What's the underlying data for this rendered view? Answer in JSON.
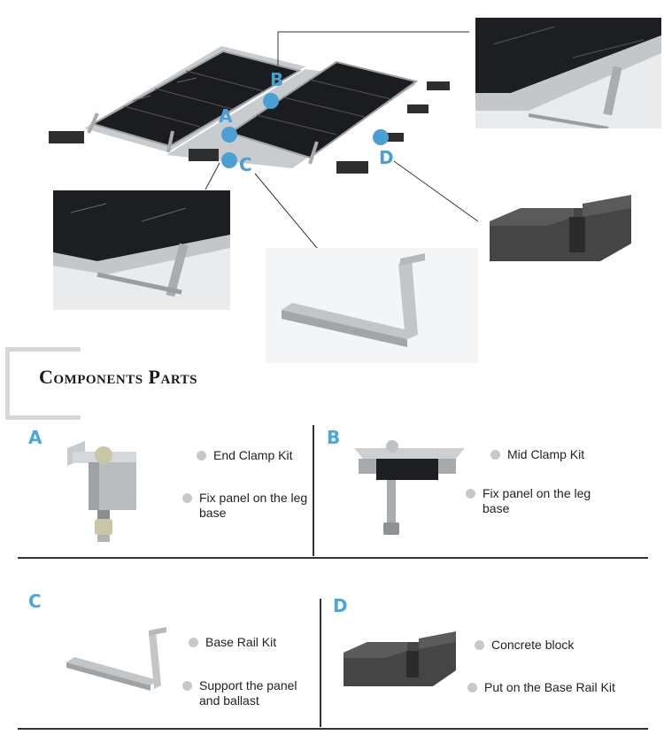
{
  "callouts": {
    "a": "A",
    "b": "B",
    "c": "C",
    "d": "D"
  },
  "title": "Components Parts",
  "sections": [
    {
      "letter": "A",
      "name": "End Clamp Kit",
      "desc": [
        "Fix panel on the leg",
        "base"
      ]
    },
    {
      "letter": "B",
      "name": "Mid Clamp Kit",
      "desc": [
        "Fix panel on the leg",
        "base"
      ]
    },
    {
      "letter": "C",
      "name": "Base Rail Kit",
      "desc": [
        "Support the panel",
        "and ballast"
      ]
    },
    {
      "letter": "D",
      "name": "Concrete block",
      "desc": [
        "Put on the Base Rail Kit"
      ]
    }
  ],
  "colors": {
    "accent": "#4a9fd4",
    "bullet": "#c8c8c8",
    "panel": "#1c1d20",
    "frame": "#b8bcc0",
    "block": "#3a3a3a"
  }
}
